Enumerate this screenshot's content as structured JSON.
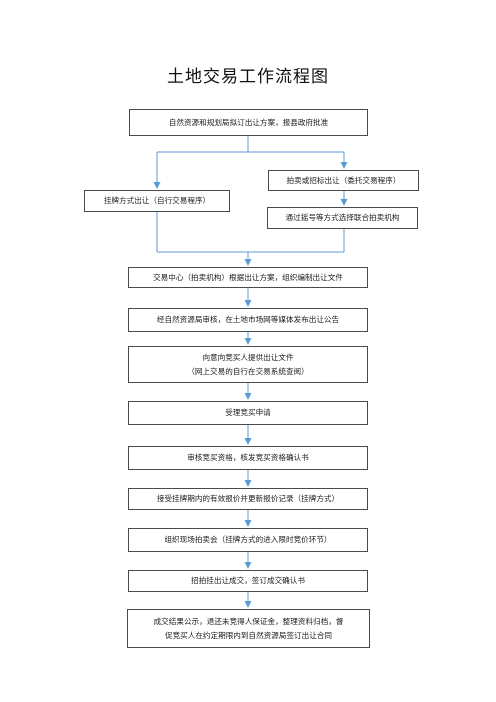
{
  "title": "土地交易工作流程图",
  "nodes": {
    "n1": "自然资源和规划局拟订出让方案，报县政府批准",
    "n_auction": "拍卖或招标出让（委托交易程序）",
    "n_listing": "挂牌方式出让（自行交易程序）",
    "n_lottery": "通过摇号等方式选择联合拍卖机构",
    "n4": "交易中心（拍卖机构）根据出让方案，组织编制出让文件",
    "n5": "经自然资源局审核，在土地市场网等媒体发布出让公告",
    "n6": [
      "向意向竞买人提供出让文件",
      "（网上交易的自行在交易系统查阅）"
    ],
    "n7": "受理竞买申请",
    "n8": "审核竞买资格，核发竞买资格确认书",
    "n9": "接受挂牌期内的有效报价并更新报价记录（挂牌方式）",
    "n10": "组织现场拍卖会（挂牌方式的进入限时竞价环节）",
    "n11": "招拍挂出让成交，签订成交确认书",
    "n12": [
      "成交结果公示，退还未竞得人保证金，整理资料归档，督",
      "促竞买人在约定期限内到自然资源局签订出让合同"
    ]
  },
  "colors": {
    "arrow": "#5b9bd5",
    "border": "#4a4a4a"
  }
}
